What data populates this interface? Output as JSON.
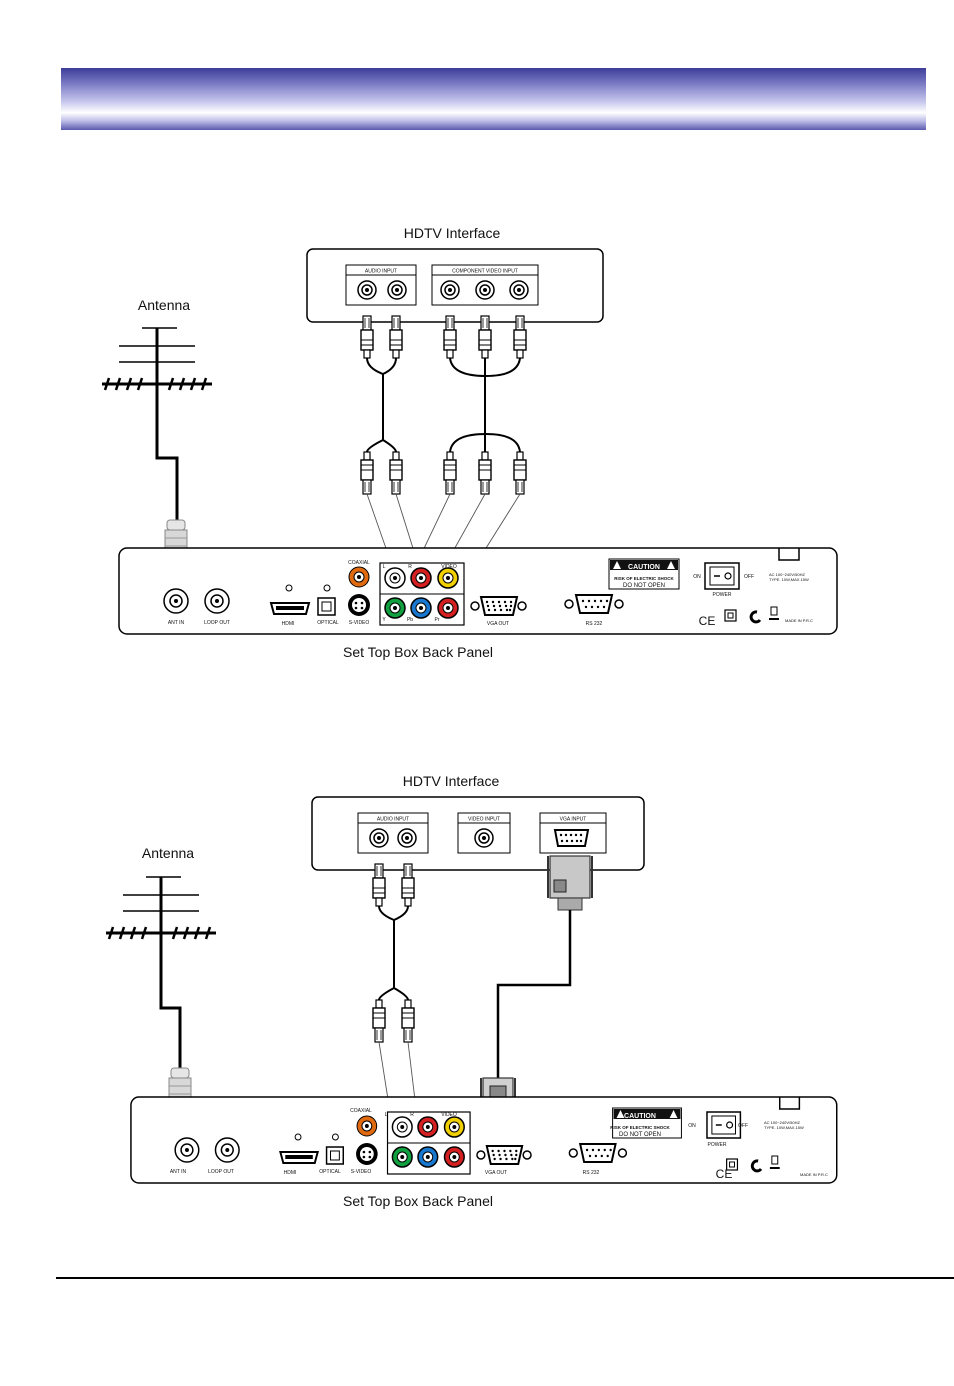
{
  "colors": {
    "header_top": "#3d3d9a",
    "header_mid": "#ffffff",
    "jack_orange": "#e06a10",
    "jack_red": "#d42020",
    "jack_yellow": "#f0d000",
    "jack_green": "#10a040",
    "jack_blue": "#1878d0",
    "caution_bg": "#111111"
  },
  "diagram1": {
    "hdtv_title": "HDTV Interface",
    "hdtv_audio_label": "AUDIO INPUT",
    "hdtv_component_label": "COMPONENT VIDEO INPUT",
    "antenna_label": "Antenna",
    "caption": "Set Top Box Back Panel"
  },
  "diagram2": {
    "hdtv_title": "HDTV Interface",
    "hdtv_audio_label": "AUDIO INPUT",
    "hdtv_video_label": "VIDEO INPUT",
    "hdtv_vga_label": "VGA INPUT",
    "antenna_label": "Antenna",
    "caption": "Set Top Box Back Panel"
  },
  "stb_panel": {
    "ant_in": "ANT IN",
    "loop_out": "LOOP OUT",
    "hdmi": "HDMI",
    "optical": "OPTICAL",
    "svideo": "S-VIDEO",
    "coaxial": "COAXIAL",
    "audio_l": "L",
    "audio_r": "R",
    "video": "VIDEO",
    "y": "Y",
    "pb": "Pb",
    "pr": "Pr",
    "vga_out": "VGA OUT",
    "rs232": "RS 232",
    "caution": "CAUTION",
    "caution_line1": "RISK OF ELECTRIC SHOCK",
    "caution_line2": "DO NOT OPEN",
    "on": "ON",
    "off": "OFF",
    "power": "POWER",
    "ac_line1": "AC 100~240V/50HZ",
    "ac_line2": "TYPE. 10W,MAX.15W",
    "made_in": "MADE IN P.R.C",
    "ce": "CE"
  }
}
